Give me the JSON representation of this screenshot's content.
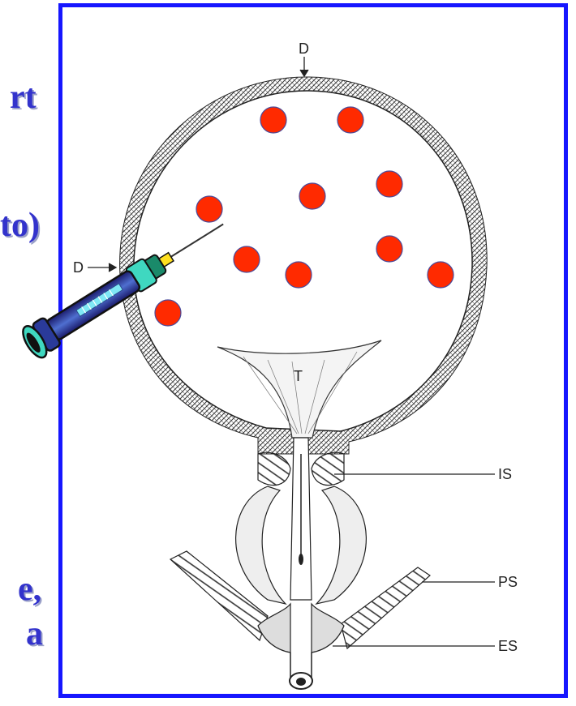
{
  "left_text_fragments": [
    "rt",
    "to)",
    "e,",
    "a"
  ],
  "labels": {
    "d_top": "D",
    "d_left": "D",
    "t": "T",
    "is": "IS",
    "ps": "PS",
    "es": "ES"
  },
  "colors": {
    "frame": "#1616ff",
    "left_text": "#3333cc",
    "dots": "#ff2a00",
    "dot_outline": "#4a4a9a"
  },
  "dots_count": 10,
  "icons": [
    "syringe-icon"
  ]
}
